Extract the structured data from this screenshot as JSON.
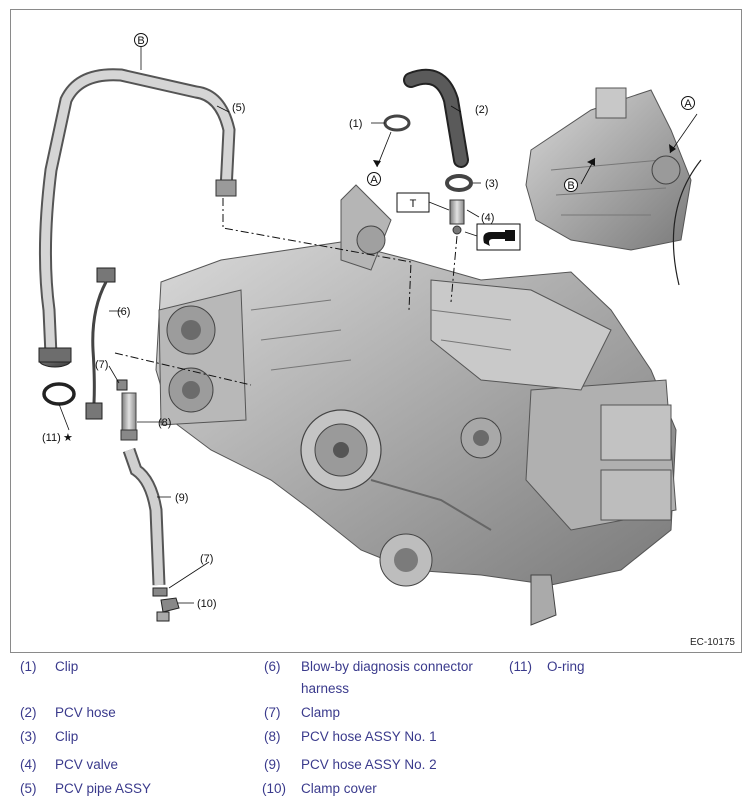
{
  "figure": {
    "code": "EC-10175",
    "callouts": {
      "c1": "(1)",
      "c2": "(2)",
      "c3": "(3)",
      "c4": "(4)",
      "c5": "(5)",
      "c6": "(6)",
      "c7a": "(7)",
      "c7b": "(7)",
      "c8": "(8)",
      "c9": "(9)",
      "c10": "(10)",
      "c11": "(11)"
    },
    "markers": {
      "a": "A",
      "b": "B",
      "t": "T",
      "star": "★"
    }
  },
  "legend": [
    {
      "num": "(1)",
      "text": "Clip"
    },
    {
      "num": "(2)",
      "text": "PCV hose"
    },
    {
      "num": "(3)",
      "text": "Clip"
    },
    {
      "num": "(4)",
      "text": "PCV valve"
    },
    {
      "num": "(5)",
      "text": "PCV pipe ASSY"
    },
    {
      "num": "(6)",
      "text": "Blow-by diagnosis connector",
      "text2": "harness"
    },
    {
      "num": "(7)",
      "text": "Clamp"
    },
    {
      "num": "(8)",
      "text": "PCV hose ASSY No. 1"
    },
    {
      "num": "(9)",
      "text": "PCV hose ASSY No. 2"
    },
    {
      "num": "(10)",
      "text": "Clamp cover"
    },
    {
      "num": "(11)",
      "text": "O-ring"
    }
  ]
}
